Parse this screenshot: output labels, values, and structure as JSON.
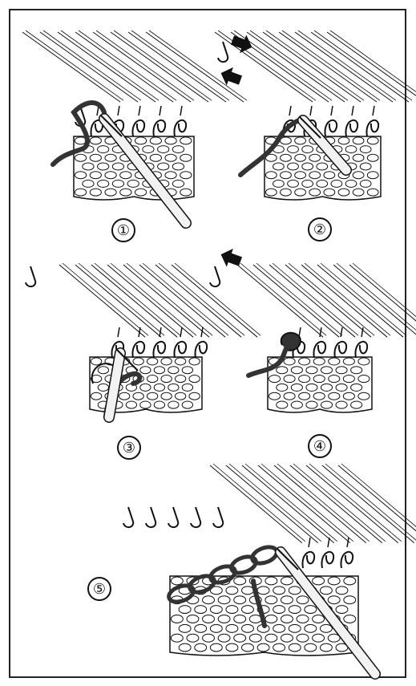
{
  "figure": {
    "colors": {
      "yarn": "#333333",
      "line": "#111111",
      "fabric": "#ffffff",
      "hook": "#f2f2f2"
    },
    "steps": [
      {
        "id": "step-1",
        "label": "①"
      },
      {
        "id": "step-2",
        "label": "②"
      },
      {
        "id": "step-3",
        "label": "③"
      },
      {
        "id": "step-4",
        "label": "④"
      },
      {
        "id": "step-5",
        "label": "⑤"
      }
    ]
  }
}
